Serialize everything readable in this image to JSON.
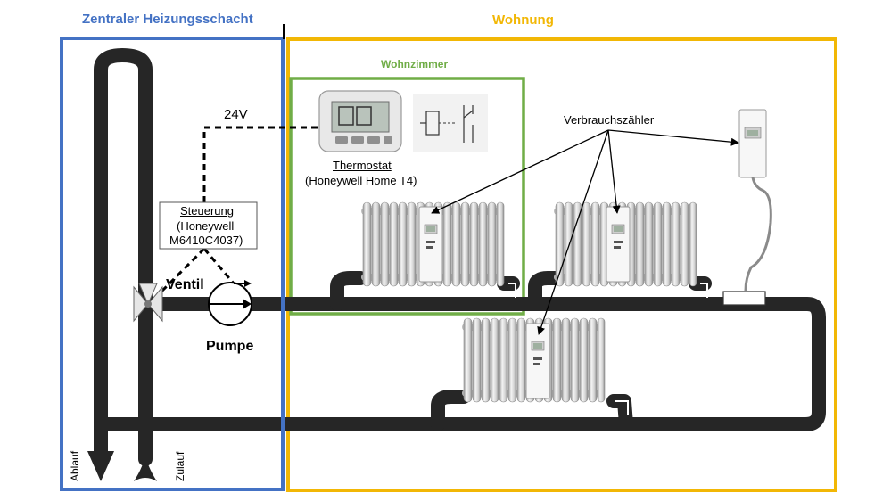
{
  "zones": {
    "shaft_title": "Zentraler Heizungsschacht",
    "apartment_title": "Wohnung",
    "living_room_title": "Wohnzimmer",
    "colors": {
      "shaft": "#4472c4",
      "apartment": "#f2b705",
      "living_room": "#70ad47",
      "pipe": "#262626"
    }
  },
  "labels": {
    "voltage": "24V",
    "thermostat_title": "Thermostat",
    "thermostat_model": "(Honeywell Home T4)",
    "control_title": "Steuerung",
    "control_line2": "(Honeywell",
    "control_line3": "M6410C4037)",
    "valve": "Ventil",
    "pump": "Pumpe",
    "meters": "Verbrauchszähler",
    "return_pipe": "Ablauf",
    "supply_pipe": "Zulauf"
  },
  "icons": {
    "thermostat": "thermostat-display-icon",
    "relay": "relay-schematic-icon",
    "radiator": "radiator-icon",
    "meter": "heat-meter-icon",
    "valve": "three-way-valve-icon",
    "pump": "pump-icon"
  }
}
